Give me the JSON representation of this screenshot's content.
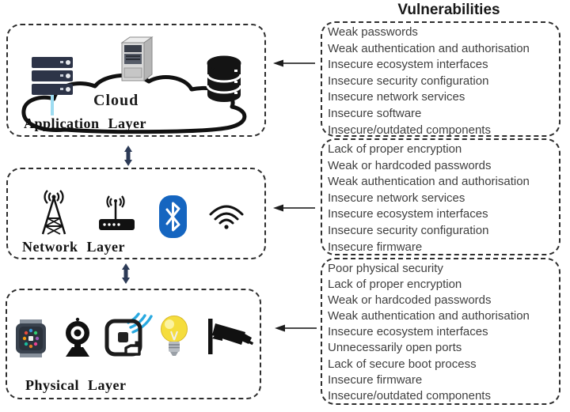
{
  "title": "Vulnerabilities",
  "layers": [
    {
      "name": "Application Layer",
      "cloud_label": "Cloud",
      "icons": [
        "server-rack-icon",
        "tower-server-icon",
        "cloud-shape",
        "database-icon"
      ]
    },
    {
      "name": "Network Layer",
      "icons": [
        "cell-tower-icon",
        "router-icon",
        "bluetooth-icon",
        "wifi-icon"
      ]
    },
    {
      "name": "Physical Layer",
      "icons": [
        "smartwatch-icon",
        "webcam-icon",
        "rfid-tag-icon",
        "lightbulb-icon",
        "cctv-camera-icon"
      ]
    }
  ],
  "vulnerability_groups": [
    {
      "layer": "Application Layer",
      "items": [
        "Weak passwords",
        "Weak authentication and authorisation",
        "Insecure ecosystem interfaces",
        "Insecure security configuration",
        "Insecure network services",
        "Insecure software",
        "Insecure/outdated  components"
      ]
    },
    {
      "layer": "Network Layer",
      "items": [
        "Lack of proper  encryption",
        "Weak or hardcoded passwords",
        "Weak authentication and authorisation",
        "Insecure network  services",
        "Insecure ecosystem interfaces",
        "Insecure security configuration",
        "Insecure firmware"
      ]
    },
    {
      "layer": "Physical Layer",
      "items": [
        "Poor physical security",
        "Lack of proper  encryption",
        "Weak or hardcoded passwords",
        "Weak authentication and authorisation",
        "Insecure ecosystem interfaces",
        "Unnecessarily open ports",
        "Lack of secure boot process",
        "Insecure firmware",
        "Insecure/outdated  components"
      ]
    }
  ],
  "colors": {
    "bluetooth_blue": "#1565c0",
    "rfid_wave_blue": "#29a9e0",
    "bulb_yellow": "#f5dd3d",
    "connector_navy": "#2c3a56",
    "text": "#3f3f3f"
  }
}
